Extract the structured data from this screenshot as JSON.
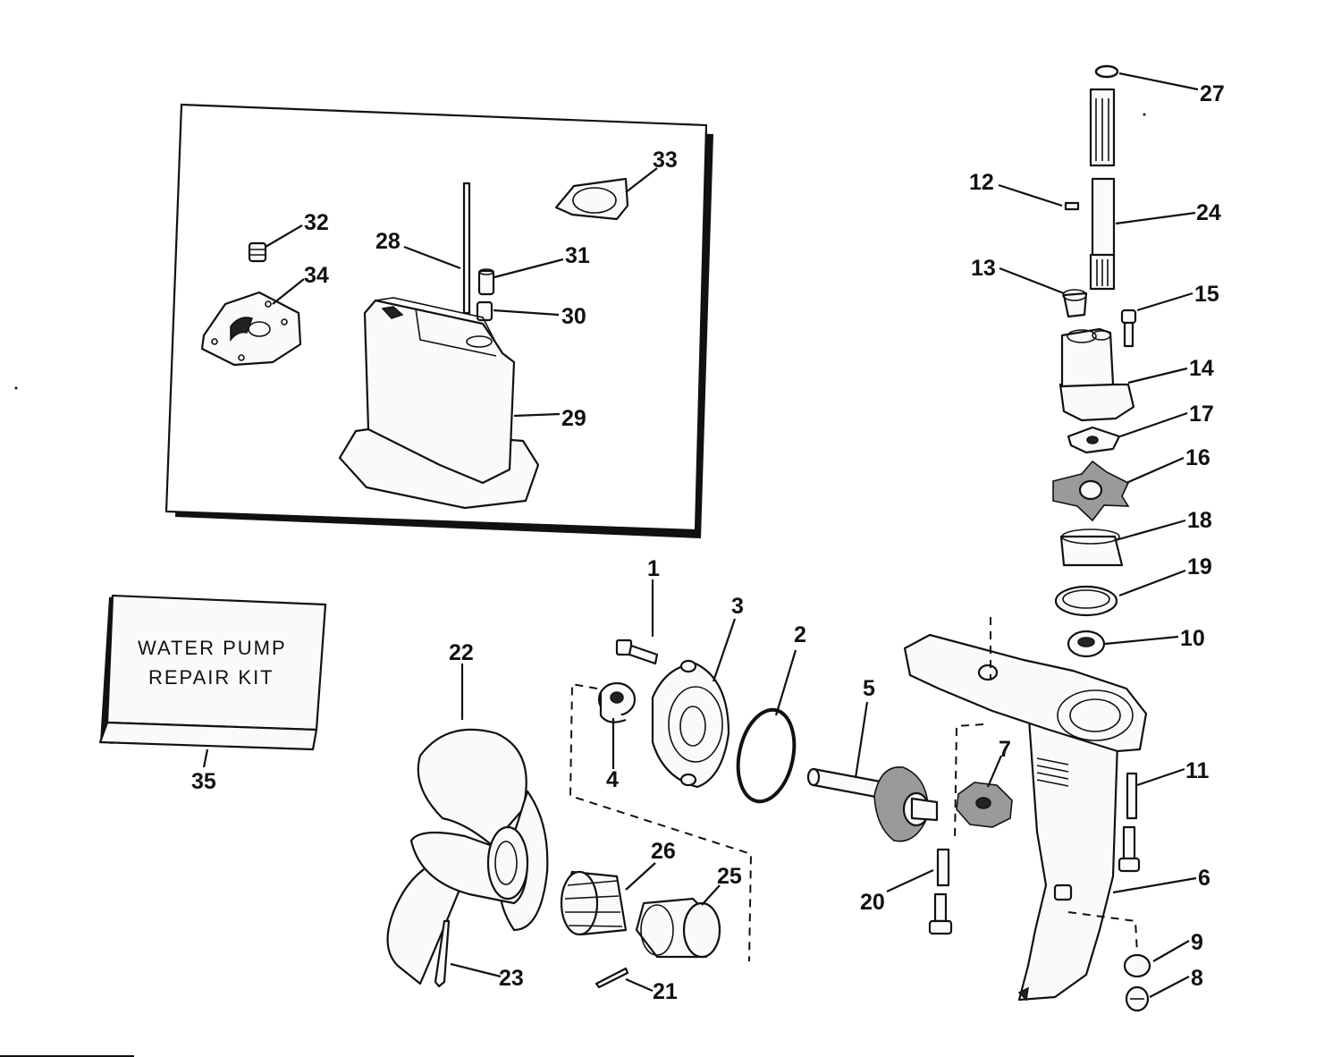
{
  "kit_box": {
    "line1": "WATER PUMP",
    "line2": "REPAIR KIT"
  },
  "labels": [
    {
      "id": "1",
      "text": "1"
    },
    {
      "id": "2",
      "text": "2"
    },
    {
      "id": "3",
      "text": "3"
    },
    {
      "id": "4",
      "text": "4"
    },
    {
      "id": "5",
      "text": "5"
    },
    {
      "id": "6",
      "text": "6"
    },
    {
      "id": "7",
      "text": "7"
    },
    {
      "id": "8",
      "text": "8"
    },
    {
      "id": "9",
      "text": "9"
    },
    {
      "id": "10",
      "text": "10"
    },
    {
      "id": "11",
      "text": "11"
    },
    {
      "id": "12",
      "text": "12"
    },
    {
      "id": "13",
      "text": "13"
    },
    {
      "id": "14",
      "text": "14"
    },
    {
      "id": "15",
      "text": "15"
    },
    {
      "id": "16",
      "text": "16"
    },
    {
      "id": "17",
      "text": "17"
    },
    {
      "id": "18",
      "text": "18"
    },
    {
      "id": "19",
      "text": "19"
    },
    {
      "id": "20",
      "text": "20"
    },
    {
      "id": "21",
      "text": "21"
    },
    {
      "id": "22",
      "text": "22"
    },
    {
      "id": "23",
      "text": "23"
    },
    {
      "id": "24",
      "text": "24"
    },
    {
      "id": "25",
      "text": "25"
    },
    {
      "id": "26",
      "text": "26"
    },
    {
      "id": "27",
      "text": "27"
    },
    {
      "id": "28",
      "text": "28"
    },
    {
      "id": "29",
      "text": "29"
    },
    {
      "id": "30",
      "text": "30"
    },
    {
      "id": "31",
      "text": "31"
    },
    {
      "id": "32",
      "text": "32"
    },
    {
      "id": "33",
      "text": "33"
    },
    {
      "id": "34",
      "text": "34"
    },
    {
      "id": "35",
      "text": "35"
    }
  ],
  "colors": {
    "ink": "#111111",
    "paper": "#ffffff"
  }
}
